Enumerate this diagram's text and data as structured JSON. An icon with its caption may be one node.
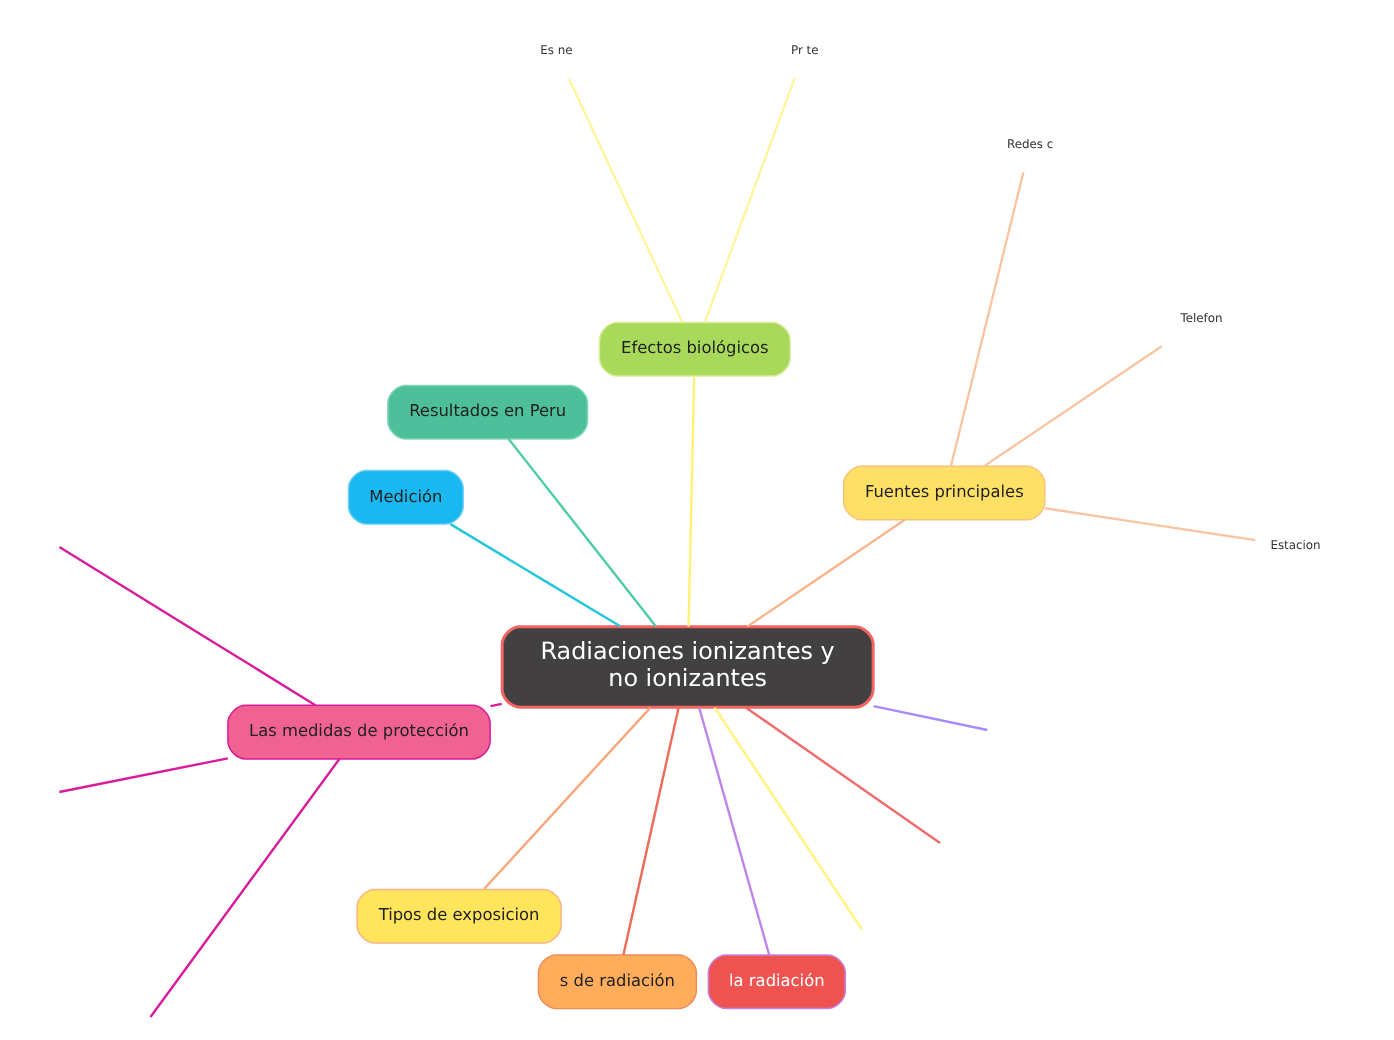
{
  "diagram": {
    "nodes": [
      {
        "text": [
          "Radiaciones ionizantes y no ionizantes"
        ]
      },
      {
        "text": [
          "Fuentes principales"
        ]
      },
      {
        "text": [
          "Estacion"
        ]
      },
      {
        "text": [
          "Telefon"
        ]
      },
      {
        "text": [
          "Redes c"
        ]
      },
      {
        "text": [
          "Efectos biológicos"
        ]
      },
      {
        "text": [
          "Pr te"
        ]
      },
      {
        "text": [
          "Es ne"
        ]
      },
      {
        "text": [
          "Resultados en Peru"
        ]
      },
      {
        "text": [
          "Medición"
        ]
      },
      {
        "text": [
          "Las medidas de protección"
        ]
      },
      {
        "text": [
          "Tipos de exposicion"
        ]
      },
      {
        "text": [
          "s de radiación"
        ]
      },
      {
        "text": [
          "la radiación"
        ]
      }
    ],
    "edges": [
      {
        "from": 0,
        "to": 1,
        "arrow": "none",
        "color": "#f9b38a"
      },
      {
        "from": 1,
        "to": 2,
        "arrow": "none",
        "color": "#f9c4a3"
      },
      {
        "from": 1,
        "to": 3,
        "arrow": "none",
        "color": "#f9c4a3"
      },
      {
        "from": 1,
        "to": 4,
        "arrow": "none",
        "color": "#f9c4a3"
      },
      {
        "from": 0,
        "to": 5,
        "arrow": "none",
        "color": "#fff176"
      },
      {
        "from": 5,
        "to": 6,
        "arrow": "none",
        "color": "#fff59d"
      },
      {
        "from": 5,
        "to": 7,
        "arrow": "none",
        "color": "#fff59d"
      },
      {
        "from": 0,
        "to": 8,
        "arrow": "none",
        "color": "#4ecca3"
      },
      {
        "from": 0,
        "to": 9,
        "arrow": "none",
        "color": "#26c6da"
      },
      {
        "from": 0,
        "to": 10,
        "arrow": "none",
        "color": "#d81b9a"
      },
      {
        "from": 10,
        "to": null,
        "arrow": "none",
        "color": "#d81b9a"
      },
      {
        "from": 10,
        "to": null,
        "arrow": "none",
        "color": "#d81b9a"
      },
      {
        "from": 10,
        "to": null,
        "arrow": "none",
        "color": "#d81b9a"
      },
      {
        "from": 0,
        "to": 11,
        "arrow": "none",
        "color": "#f9a77a"
      },
      {
        "from": 0,
        "to": 12,
        "arrow": "none",
        "color": "#f06a5a"
      },
      {
        "from": 0,
        "to": 13,
        "arrow": "none",
        "color": "#c084e8"
      },
      {
        "from": 0,
        "to": null,
        "arrow": "none",
        "color": "#fff27a"
      },
      {
        "from": 0,
        "to": null,
        "arrow": "none",
        "color": "#f06a6a"
      },
      {
        "from": 0,
        "to": null,
        "arrow": "none",
        "color": "#a78bfa"
      }
    ]
  }
}
